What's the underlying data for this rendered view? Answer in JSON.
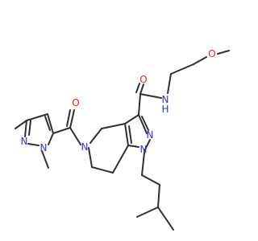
{
  "colors": {
    "bond": "#303030",
    "oxygen": "#e8251c",
    "nitrogen": "#2a35e0",
    "background": "#ffffff"
  },
  "atoms": {
    "o_methoxy": "O",
    "o_amide": "O",
    "n_amide": "N",
    "h_amide": "H",
    "o_acyl": "O",
    "n_pyr_ring": "N",
    "n_pz1": "N",
    "n_pz2": "N",
    "n_pzb1": "N",
    "n_pzb2": "N"
  }
}
